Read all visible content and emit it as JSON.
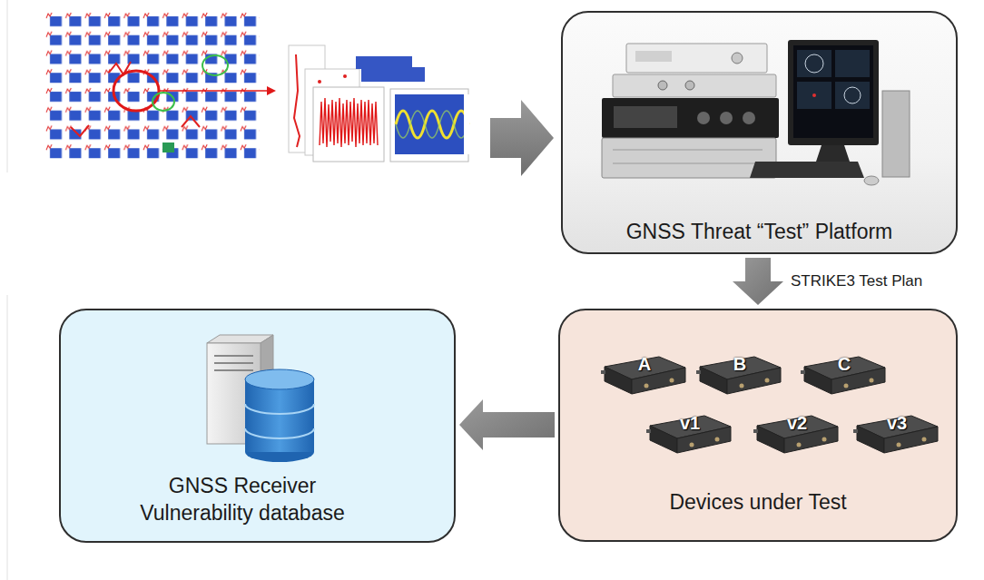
{
  "diagram": {
    "nodes": [
      {
        "text": [
          "GNSS Threat “Test” Platform"
        ]
      },
      {
        "text": [
          "GNSS Receiver Vulnerability database"
        ]
      },
      {
        "text": [
          "Devices under Test"
        ]
      },
      {
        "text": [
          "A"
        ],
        "in": 2
      },
      {
        "text": [
          "B"
        ],
        "in": 2
      },
      {
        "text": [
          "C"
        ],
        "in": 2
      },
      {
        "text": [
          "v1"
        ],
        "in": 2
      },
      {
        "text": [
          "v2"
        ],
        "in": 2
      },
      {
        "text": [
          "v3"
        ],
        "in": 2
      }
    ],
    "edges": [
      {
        "from": 0,
        "to": 2,
        "arrow": "to",
        "label": "STRIKE3 Test Plan"
      },
      {
        "from": 2,
        "to": 1,
        "arrow": "to"
      }
    ]
  }
}
